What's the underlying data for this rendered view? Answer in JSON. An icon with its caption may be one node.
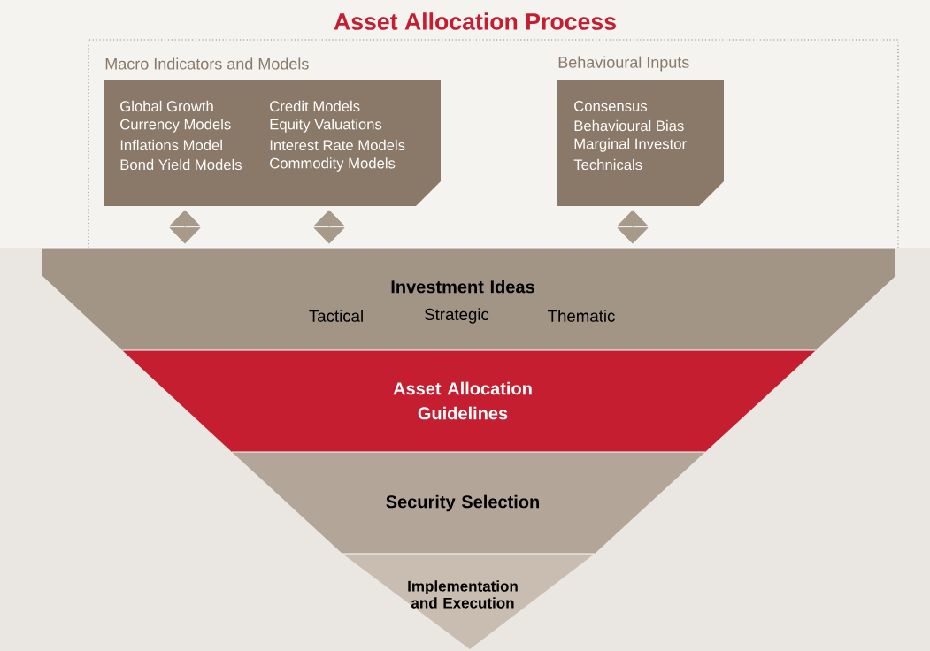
{
  "diagram": {
    "title": "Asset Allocation Process",
    "nodes": [
      {
        "text": [
          "Macro Indicators and Models",
          "Global Growth",
          "Currency Models",
          "Inflations Model",
          "Bond Yield Models",
          "Credit Models",
          "Equity Valuations",
          "Interest Rate Models",
          "Commodity Models"
        ]
      },
      {
        "text": [
          "Behavioural Inputs",
          "Consensus",
          "Behavioural Bias",
          "Marginal Investor",
          "Technicals"
        ]
      },
      {
        "text": [
          "Investment Ideas",
          "Tactical",
          "Strategic",
          "Thematic"
        ]
      },
      {
        "text": [
          "Asset Allocation Guidelines"
        ]
      },
      {
        "text": [
          "Security Selection"
        ]
      },
      {
        "text": [
          "Implementation and Execution"
        ]
      }
    ],
    "edges": [
      {
        "from": 0,
        "to": 2,
        "arrow": "both"
      },
      {
        "from": 0,
        "to": 2,
        "arrow": "both"
      },
      {
        "from": 1,
        "to": 2,
        "arrow": "both"
      }
    ]
  }
}
